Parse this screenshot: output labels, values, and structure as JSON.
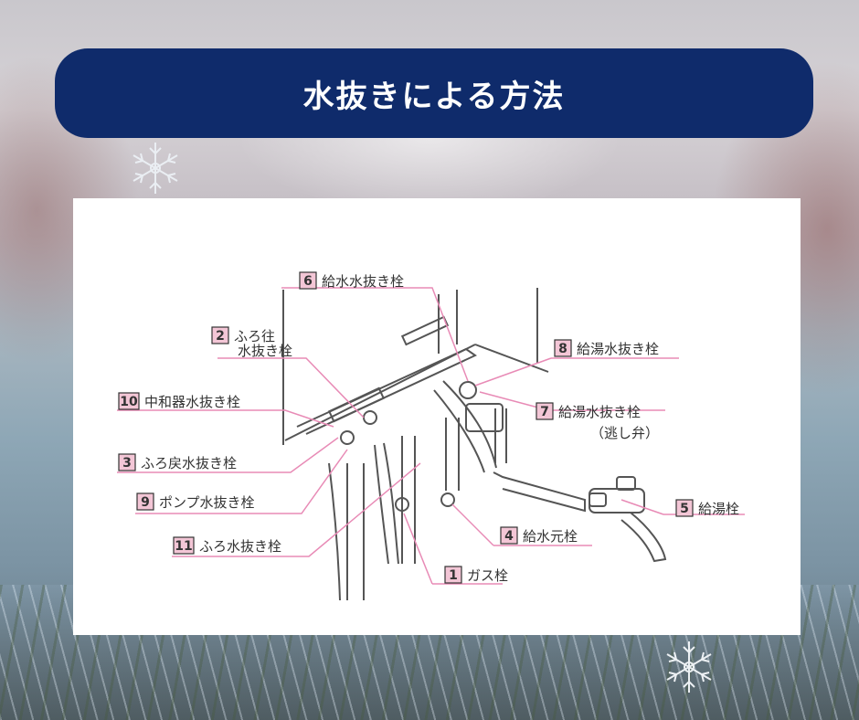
{
  "title": "水抜きによる方法",
  "colors": {
    "title_bar": "#0f2b6b",
    "leader_line": "#e88bb6",
    "number_box_fill": "#f3c6d6",
    "drawing": "#555555"
  },
  "icons": [
    "snowflake-icon",
    "snowflake-icon"
  ],
  "labels": [
    {
      "num": "6",
      "text": "給水水抜き栓"
    },
    {
      "num": "2",
      "text": "ふろ往",
      "text2": "水抜き栓"
    },
    {
      "num": "8",
      "text": "給湯水抜き栓"
    },
    {
      "num": "10",
      "text": "中和器水抜き栓"
    },
    {
      "num": "7",
      "text": "給湯水抜き栓",
      "text2": "（逃し弁）"
    },
    {
      "num": "3",
      "text": "ふろ戻水抜き栓"
    },
    {
      "num": "9",
      "text": "ポンプ水抜き栓"
    },
    {
      "num": "5",
      "text": "給湯栓"
    },
    {
      "num": "4",
      "text": "給水元栓"
    },
    {
      "num": "11",
      "text": "ふろ水抜き栓"
    },
    {
      "num": "1",
      "text": "ガス栓"
    }
  ]
}
